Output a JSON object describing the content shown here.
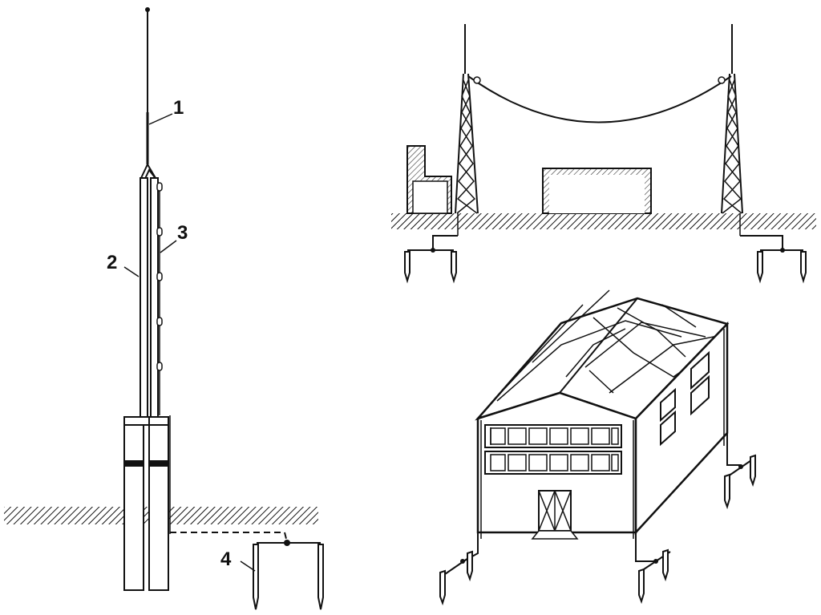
{
  "labels": {
    "lightning_rod": "1",
    "support_mast": "2",
    "down_conductor": "3",
    "ground_electrode": "4"
  }
}
